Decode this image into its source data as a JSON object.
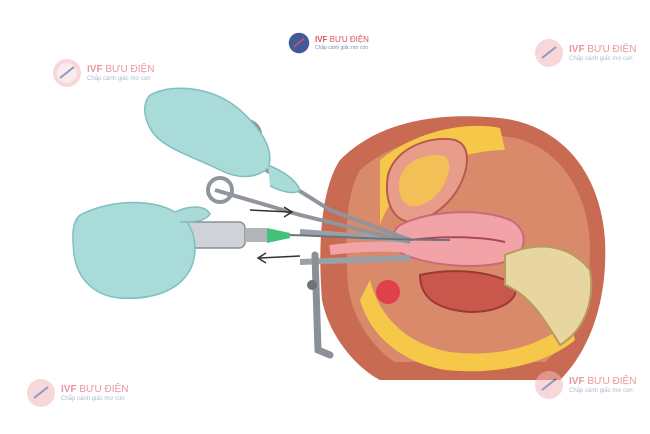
{
  "watermark": {
    "brand_bold": "IVF",
    "brand_rest": " BƯU ĐIỆN",
    "tagline": "Chắp cánh giấc mơ con"
  },
  "colors": {
    "glove": "#a9dbd9",
    "glove_shadow": "#7fbfc0",
    "skin": "#c96a52",
    "fat": "#f5c84a",
    "uterus": "#f2a3a8",
    "bone": "#e8d6a0",
    "metal": "#9aa0a6",
    "brand_red": "#d9404f",
    "brand_blue": "#2c4a8c"
  }
}
